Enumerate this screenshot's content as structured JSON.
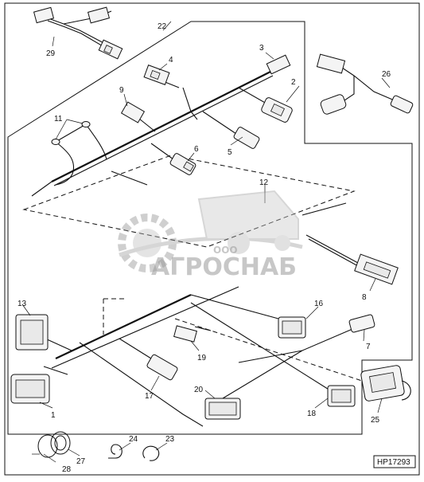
{
  "watermark": {
    "company_form": "ООО",
    "company_name": "АГРОСНАБ",
    "color": "#9a9a9a"
  },
  "figure_code": "HP17293",
  "callouts": [
    "1",
    "2",
    "3",
    "4",
    "5",
    "6",
    "7",
    "8",
    "9",
    "11",
    "12",
    "13",
    "16",
    "17",
    "18",
    "19",
    "20",
    "22",
    "23",
    "24",
    "25",
    "26",
    "27",
    "28",
    "29"
  ]
}
